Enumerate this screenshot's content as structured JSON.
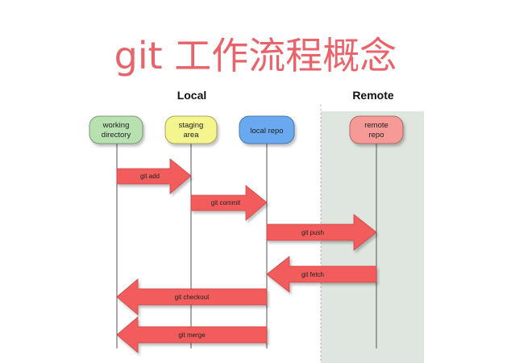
{
  "title": "git 工作流程概念",
  "sections": {
    "local": "Local",
    "remote": "Remote"
  },
  "nodes": {
    "working": {
      "lines": [
        "working",
        "directory"
      ],
      "color": "#b8e0b0"
    },
    "staging": {
      "lines": [
        "staging",
        "area"
      ],
      "color": "#f4f58f"
    },
    "local_repo": {
      "lines": [
        "local repo"
      ],
      "color": "#6aa8ef"
    },
    "remote_repo": {
      "lines": [
        "remote",
        "repo"
      ],
      "color": "#f59a96"
    }
  },
  "commands": {
    "add": "git add",
    "commit": "git commit",
    "push": "git push",
    "fetch": "git fetch",
    "checkout": "git checkout",
    "merge": "git merge"
  },
  "colors": {
    "title": "#e8646a",
    "arrow": "#f25c5c",
    "remote_panel": "#dfe5df"
  }
}
